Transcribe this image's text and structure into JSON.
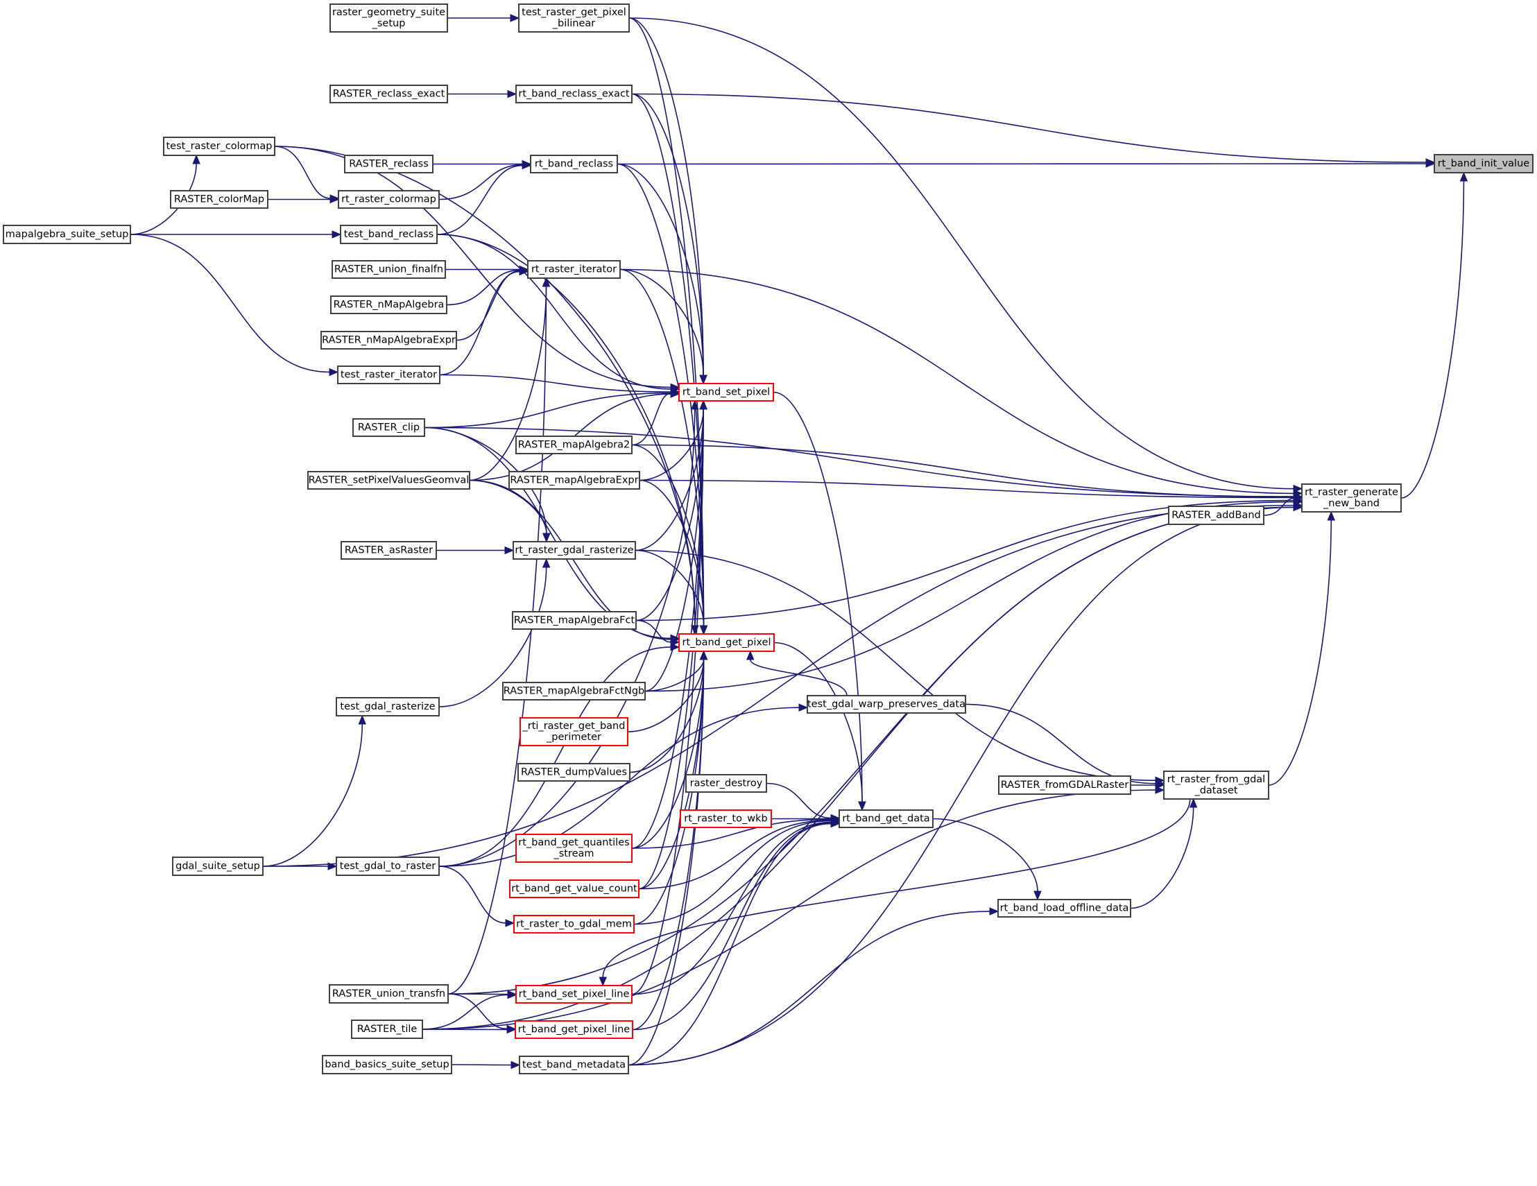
{
  "title": "rt_band_init_value caller graph",
  "colors": {
    "edge": "#191970",
    "highlight_border": "#ff0000",
    "root_fill": "#bfbfbf",
    "node_border": "#404040"
  },
  "nodes": [
    {
      "id": "rt_band_init_value",
      "lines": [
        "rt_band_init_value"
      ],
      "style": "root"
    },
    {
      "id": "raster_geometry_suite_setup",
      "lines": [
        "raster_geometry_suite",
        "_setup"
      ],
      "style": "normal"
    },
    {
      "id": "test_raster_get_pixel_bilinear",
      "lines": [
        "test_raster_get_pixel",
        "_bilinear"
      ],
      "style": "normal"
    },
    {
      "id": "RASTER_reclass_exact",
      "lines": [
        "RASTER_reclass_exact"
      ],
      "style": "normal"
    },
    {
      "id": "rt_band_reclass_exact",
      "lines": [
        "rt_band_reclass_exact"
      ],
      "style": "normal"
    },
    {
      "id": "test_raster_colormap",
      "lines": [
        "test_raster_colormap"
      ],
      "style": "normal"
    },
    {
      "id": "RASTER_reclass",
      "lines": [
        "RASTER_reclass"
      ],
      "style": "normal"
    },
    {
      "id": "rt_band_reclass",
      "lines": [
        "rt_band_reclass"
      ],
      "style": "normal"
    },
    {
      "id": "RASTER_colorMap",
      "lines": [
        "RASTER_colorMap"
      ],
      "style": "normal"
    },
    {
      "id": "rt_raster_colormap",
      "lines": [
        "rt_raster_colormap"
      ],
      "style": "normal"
    },
    {
      "id": "mapalgebra_suite_setup",
      "lines": [
        "mapalgebra_suite_setup"
      ],
      "style": "normal"
    },
    {
      "id": "test_band_reclass",
      "lines": [
        "test_band_reclass"
      ],
      "style": "normal"
    },
    {
      "id": "RASTER_union_finalfn",
      "lines": [
        "RASTER_union_finalfn"
      ],
      "style": "normal"
    },
    {
      "id": "rt_raster_iterator",
      "lines": [
        "rt_raster_iterator"
      ],
      "style": "normal"
    },
    {
      "id": "RASTER_nMapAlgebra",
      "lines": [
        "RASTER_nMapAlgebra"
      ],
      "style": "normal"
    },
    {
      "id": "RASTER_nMapAlgebraExpr",
      "lines": [
        "RASTER_nMapAlgebraExpr"
      ],
      "style": "normal"
    },
    {
      "id": "test_raster_iterator",
      "lines": [
        "test_raster_iterator"
      ],
      "style": "normal"
    },
    {
      "id": "rt_band_set_pixel",
      "lines": [
        "rt_band_set_pixel"
      ],
      "style": "red"
    },
    {
      "id": "RASTER_clip",
      "lines": [
        "RASTER_clip"
      ],
      "style": "normal"
    },
    {
      "id": "RASTER_mapAlgebra2",
      "lines": [
        "RASTER_mapAlgebra2"
      ],
      "style": "normal"
    },
    {
      "id": "RASTER_setPixelValuesGeomval",
      "lines": [
        "RASTER_setPixelValuesGeomval"
      ],
      "style": "normal"
    },
    {
      "id": "RASTER_mapAlgebraExpr",
      "lines": [
        "RASTER_mapAlgebraExpr"
      ],
      "style": "normal"
    },
    {
      "id": "rt_raster_generate_new_band",
      "lines": [
        "rt_raster_generate",
        "_new_band"
      ],
      "style": "normal"
    },
    {
      "id": "RASTER_addBand",
      "lines": [
        "RASTER_addBand"
      ],
      "style": "normal"
    },
    {
      "id": "RASTER_asRaster",
      "lines": [
        "RASTER_asRaster"
      ],
      "style": "normal"
    },
    {
      "id": "rt_raster_gdal_rasterize",
      "lines": [
        "rt_raster_gdal_rasterize"
      ],
      "style": "normal"
    },
    {
      "id": "RASTER_mapAlgebraFct",
      "lines": [
        "RASTER_mapAlgebraFct"
      ],
      "style": "normal"
    },
    {
      "id": "rt_band_get_pixel",
      "lines": [
        "rt_band_get_pixel"
      ],
      "style": "red"
    },
    {
      "id": "RASTER_mapAlgebraFctNgb",
      "lines": [
        "RASTER_mapAlgebraFctNgb"
      ],
      "style": "normal"
    },
    {
      "id": "test_gdal_rasterize",
      "lines": [
        "test_gdal_rasterize"
      ],
      "style": "normal"
    },
    {
      "id": "test_gdal_warp_preserves_data",
      "lines": [
        "test_gdal_warp_preserves_data"
      ],
      "style": "normal"
    },
    {
      "id": "_rti_raster_get_band_perimeter",
      "lines": [
        "_rti_raster_get_band",
        "_perimeter"
      ],
      "style": "red"
    },
    {
      "id": "RASTER_dumpValues",
      "lines": [
        "RASTER_dumpValues"
      ],
      "style": "normal"
    },
    {
      "id": "RASTER_fromGDALRaster",
      "lines": [
        "RASTER_fromGDALRaster"
      ],
      "style": "normal"
    },
    {
      "id": "rt_raster_from_gdal_dataset",
      "lines": [
        "rt_raster_from_gdal",
        "_dataset"
      ],
      "style": "normal"
    },
    {
      "id": "raster_destroy",
      "lines": [
        "raster_destroy"
      ],
      "style": "normal"
    },
    {
      "id": "rt_raster_to_wkb",
      "lines": [
        "rt_raster_to_wkb"
      ],
      "style": "red"
    },
    {
      "id": "rt_band_get_data",
      "lines": [
        "rt_band_get_data"
      ],
      "style": "normal"
    },
    {
      "id": "rt_band_get_quantiles_stream",
      "lines": [
        "rt_band_get_quantiles",
        "_stream"
      ],
      "style": "red"
    },
    {
      "id": "gdal_suite_setup",
      "lines": [
        "gdal_suite_setup"
      ],
      "style": "normal"
    },
    {
      "id": "test_gdal_to_raster",
      "lines": [
        "test_gdal_to_raster"
      ],
      "style": "normal"
    },
    {
      "id": "rt_band_get_value_count",
      "lines": [
        "rt_band_get_value_count"
      ],
      "style": "red"
    },
    {
      "id": "rt_band_load_offline_data",
      "lines": [
        "rt_band_load_offline_data"
      ],
      "style": "normal"
    },
    {
      "id": "rt_raster_to_gdal_mem",
      "lines": [
        "rt_raster_to_gdal_mem"
      ],
      "style": "red"
    },
    {
      "id": "RASTER_union_transfn",
      "lines": [
        "RASTER_union_transfn"
      ],
      "style": "normal"
    },
    {
      "id": "rt_band_set_pixel_line",
      "lines": [
        "rt_band_set_pixel_line"
      ],
      "style": "red"
    },
    {
      "id": "RASTER_tile",
      "lines": [
        "RASTER_tile"
      ],
      "style": "normal"
    },
    {
      "id": "rt_band_get_pixel_line",
      "lines": [
        "rt_band_get_pixel_line"
      ],
      "style": "red"
    },
    {
      "id": "band_basics_suite_setup",
      "lines": [
        "band_basics_suite_setup"
      ],
      "style": "normal"
    },
    {
      "id": "test_band_metadata",
      "lines": [
        "test_band_metadata"
      ],
      "style": "normal"
    }
  ],
  "edges": [
    [
      "raster_geometry_suite_setup",
      "test_raster_get_pixel_bilinear"
    ],
    [
      "RASTER_reclass_exact",
      "rt_band_reclass_exact"
    ],
    [
      "RASTER_reclass",
      "rt_band_reclass"
    ],
    [
      "RASTER_colorMap",
      "rt_raster_colormap"
    ],
    [
      "test_raster_colormap",
      "rt_raster_colormap"
    ],
    [
      "mapalgebra_suite_setup",
      "test_raster_colormap"
    ],
    [
      "mapalgebra_suite_setup",
      "test_band_reclass"
    ],
    [
      "mapalgebra_suite_setup",
      "test_raster_iterator"
    ],
    [
      "rt_raster_colormap",
      "rt_band_reclass"
    ],
    [
      "test_band_reclass",
      "rt_band_reclass"
    ],
    [
      "RASTER_union_finalfn",
      "rt_raster_iterator"
    ],
    [
      "RASTER_nMapAlgebra",
      "rt_raster_iterator"
    ],
    [
      "RASTER_nMapAlgebraExpr",
      "rt_raster_iterator"
    ],
    [
      "test_raster_iterator",
      "rt_raster_iterator"
    ],
    [
      "RASTER_union_transfn",
      "rt_raster_iterator"
    ],
    [
      "RASTER_setPixelValuesGeomval",
      "rt_raster_iterator"
    ],
    [
      "RASTER_asRaster",
      "rt_raster_gdal_rasterize"
    ],
    [
      "RASTER_clip",
      "rt_raster_gdal_rasterize"
    ],
    [
      "RASTER_setPixelValuesGeomval",
      "rt_raster_gdal_rasterize"
    ],
    [
      "test_gdal_rasterize",
      "rt_raster_gdal_rasterize"
    ],
    [
      "gdal_suite_setup",
      "test_gdal_rasterize"
    ],
    [
      "gdal_suite_setup",
      "test_gdal_to_raster"
    ],
    [
      "test_gdal_to_raster",
      "rt_raster_to_gdal_mem"
    ],
    [
      "RASTER_union_transfn",
      "rt_band_set_pixel_line"
    ],
    [
      "RASTER_tile",
      "rt_band_set_pixel_line"
    ],
    [
      "RASTER_union_transfn",
      "rt_band_get_pixel_line"
    ],
    [
      "RASTER_tile",
      "rt_band_get_pixel_line"
    ],
    [
      "band_basics_suite_setup",
      "test_band_metadata"
    ],
    [
      "test_raster_get_pixel_bilinear",
      "rt_band_set_pixel"
    ],
    [
      "test_raster_colormap",
      "rt_band_set_pixel"
    ],
    [
      "rt_band_reclass_exact",
      "rt_band_set_pixel"
    ],
    [
      "rt_band_reclass",
      "rt_band_set_pixel"
    ],
    [
      "test_band_reclass",
      "rt_band_set_pixel"
    ],
    [
      "rt_raster_iterator",
      "rt_band_set_pixel"
    ],
    [
      "test_raster_iterator",
      "rt_band_set_pixel"
    ],
    [
      "RASTER_clip",
      "rt_band_set_pixel"
    ],
    [
      "RASTER_mapAlgebra2",
      "rt_band_set_pixel"
    ],
    [
      "RASTER_mapAlgebraExpr",
      "rt_band_set_pixel"
    ],
    [
      "RASTER_setPixelValuesGeomval",
      "rt_band_set_pixel"
    ],
    [
      "rt_raster_gdal_rasterize",
      "rt_band_set_pixel"
    ],
    [
      "RASTER_mapAlgebraFct",
      "rt_band_set_pixel"
    ],
    [
      "RASTER_mapAlgebraFctNgb",
      "rt_band_set_pixel"
    ],
    [
      "test_gdal_to_raster",
      "rt_band_set_pixel"
    ],
    [
      "rt_band_get_quantiles_stream",
      "rt_band_set_pixel"
    ],
    [
      "rt_band_get_value_count",
      "rt_band_set_pixel"
    ],
    [
      "rt_band_set_pixel_line",
      "rt_band_set_pixel"
    ],
    [
      "test_raster_get_pixel_bilinear",
      "rt_band_get_pixel"
    ],
    [
      "test_raster_colormap",
      "rt_band_get_pixel"
    ],
    [
      "rt_band_reclass_exact",
      "rt_band_get_pixel"
    ],
    [
      "rt_band_reclass",
      "rt_band_get_pixel"
    ],
    [
      "test_band_reclass",
      "rt_band_get_pixel"
    ],
    [
      "rt_raster_iterator",
      "rt_band_get_pixel"
    ],
    [
      "RASTER_clip",
      "rt_band_get_pixel"
    ],
    [
      "RASTER_mapAlgebra2",
      "rt_band_get_pixel"
    ],
    [
      "RASTER_mapAlgebraExpr",
      "rt_band_get_pixel"
    ],
    [
      "RASTER_setPixelValuesGeomval",
      "rt_band_get_pixel"
    ],
    [
      "rt_raster_gdal_rasterize",
      "rt_band_get_pixel"
    ],
    [
      "RASTER_mapAlgebraFct",
      "rt_band_get_pixel"
    ],
    [
      "RASTER_mapAlgebraFctNgb",
      "rt_band_get_pixel"
    ],
    [
      "_rti_raster_get_band_perimeter",
      "rt_band_get_pixel"
    ],
    [
      "RASTER_dumpValues",
      "rt_band_get_pixel"
    ],
    [
      "rt_band_get_quantiles_stream",
      "rt_band_get_pixel"
    ],
    [
      "rt_band_get_value_count",
      "rt_band_get_pixel"
    ],
    [
      "rt_raster_to_gdal_mem",
      "rt_band_get_pixel"
    ],
    [
      "rt_band_get_pixel_line",
      "rt_band_get_pixel"
    ],
    [
      "test_band_metadata",
      "rt_band_get_pixel"
    ],
    [
      "test_gdal_to_raster",
      "rt_band_get_pixel"
    ],
    [
      "test_gdal_warp_preserves_data",
      "rt_band_get_pixel"
    ],
    [
      "rt_band_set_pixel",
      "rt_band_get_data"
    ],
    [
      "rt_band_get_pixel",
      "rt_band_get_data"
    ],
    [
      "raster_destroy",
      "rt_band_get_data"
    ],
    [
      "rt_raster_to_wkb",
      "rt_band_get_data"
    ],
    [
      "rt_raster_to_gdal_mem",
      "rt_band_get_data"
    ],
    [
      "rt_band_get_quantiles_stream",
      "rt_band_get_data"
    ],
    [
      "rt_band_get_value_count",
      "rt_band_get_data"
    ],
    [
      "rt_band_set_pixel_line",
      "rt_band_get_data"
    ],
    [
      "rt_band_get_pixel_line",
      "rt_band_get_data"
    ],
    [
      "test_band_metadata",
      "rt_band_get_data"
    ],
    [
      "test_gdal_to_raster",
      "test_gdal_warp_preserves_data"
    ],
    [
      "rt_band_get_data",
      "rt_band_load_offline_data"
    ],
    [
      "test_band_metadata",
      "rt_band_load_offline_data"
    ],
    [
      "rt_band_load_offline_data",
      "rt_raster_from_gdal_dataset"
    ],
    [
      "RASTER_fromGDALRaster",
      "rt_raster_from_gdal_dataset"
    ],
    [
      "test_gdal_warp_preserves_data",
      "rt_raster_from_gdal_dataset"
    ],
    [
      "rt_raster_gdal_rasterize",
      "rt_raster_from_gdal_dataset"
    ],
    [
      "RASTER_tile",
      "rt_raster_from_gdal_dataset"
    ],
    [
      "rt_raster_from_gdal_dataset",
      "rt_band_set_pixel_line"
    ],
    [
      "rt_raster_from_gdal_dataset",
      "rt_raster_generate_new_band"
    ],
    [
      "RASTER_addBand",
      "rt_raster_generate_new_band"
    ],
    [
      "RASTER_mapAlgebra2",
      "rt_raster_generate_new_band"
    ],
    [
      "RASTER_mapAlgebraExpr",
      "rt_raster_generate_new_band"
    ],
    [
      "RASTER_mapAlgebraFct",
      "rt_raster_generate_new_band"
    ],
    [
      "rt_raster_iterator",
      "rt_raster_generate_new_band"
    ],
    [
      "RASTER_clip",
      "rt_raster_generate_new_band"
    ],
    [
      "test_raster_get_pixel_bilinear",
      "rt_raster_generate_new_band"
    ],
    [
      "gdal_suite_setup",
      "rt_raster_generate_new_band"
    ],
    [
      "RASTER_mapAlgebraFctNgb",
      "rt_raster_generate_new_band"
    ],
    [
      "RASTER_union_transfn",
      "rt_raster_generate_new_band"
    ],
    [
      "RASTER_tile",
      "rt_raster_generate_new_band"
    ],
    [
      "test_band_metadata",
      "rt_raster_generate_new_band"
    ],
    [
      "rt_band_reclass_exact",
      "rt_band_init_value"
    ],
    [
      "rt_band_reclass",
      "rt_band_init_value"
    ],
    [
      "rt_raster_generate_new_band",
      "rt_band_init_value"
    ]
  ]
}
